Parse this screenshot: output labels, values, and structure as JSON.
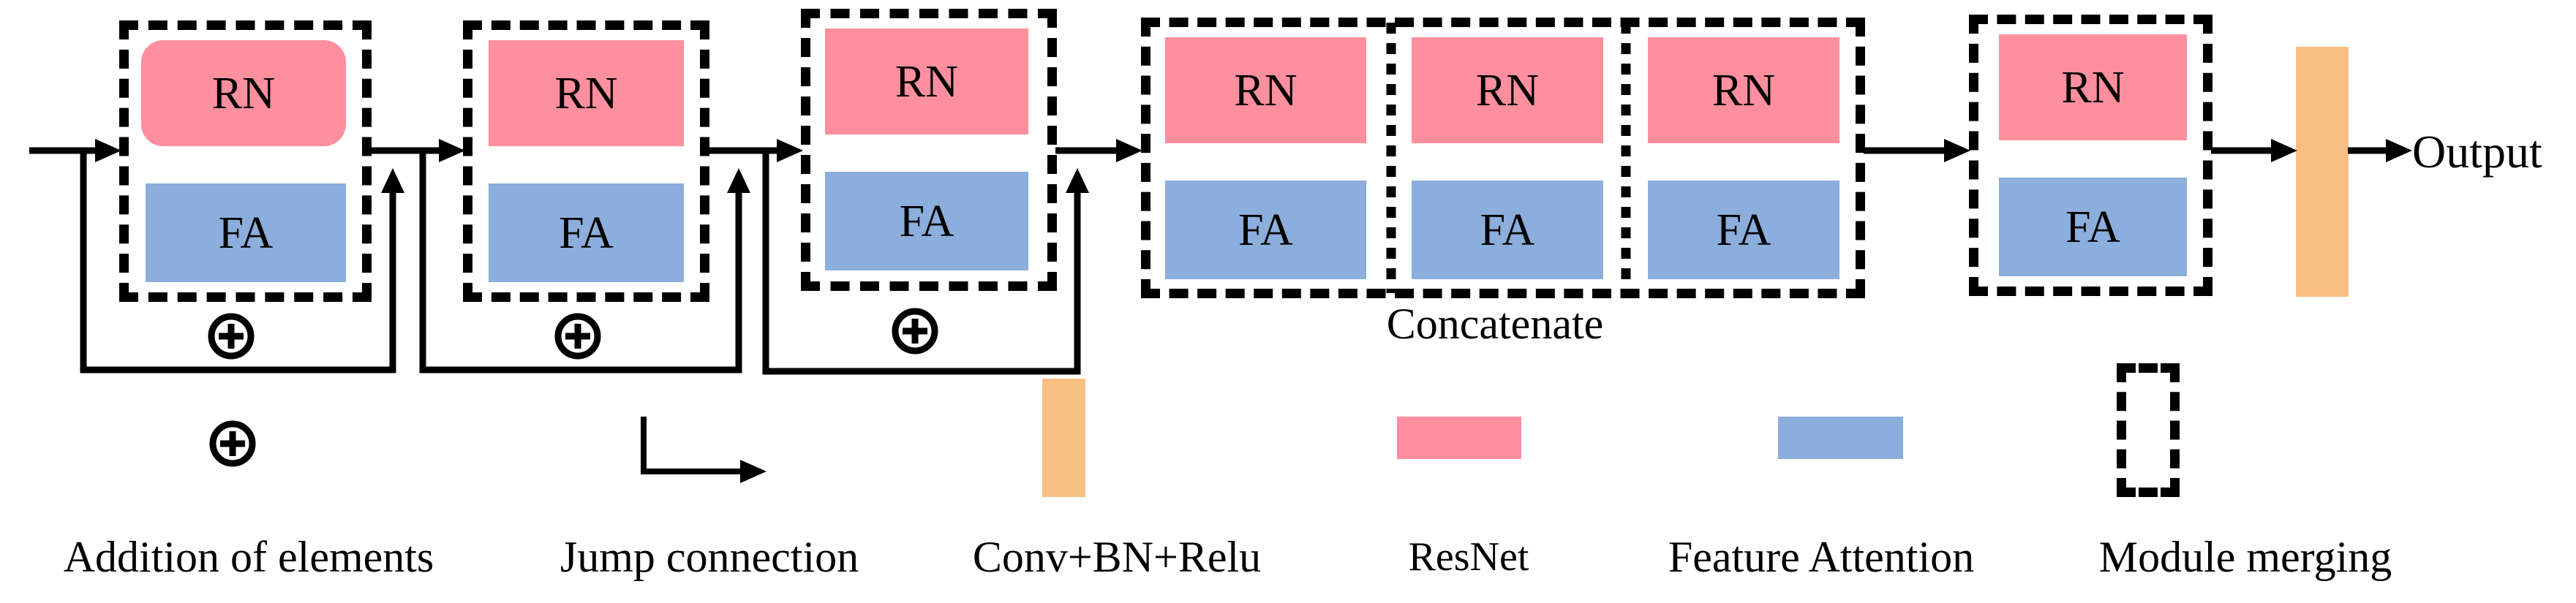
{
  "figure": {
    "module_labels": {
      "rn": "RN",
      "fa": "FA"
    },
    "concatenate_label": "Concatenate",
    "output_label": "Output"
  },
  "legend": {
    "addition": {
      "label": "Addition of elements",
      "icon": "circled-plus-icon"
    },
    "jump": {
      "label": "Jump connection",
      "icon": "jump-connection-arrow-icon"
    },
    "conv": {
      "label": "Conv+BN+Relu",
      "icon": "orange-bar-swatch"
    },
    "resnet": {
      "label": "ResNet",
      "icon": "pink-bar-swatch"
    },
    "feature_attention": {
      "label": "Feature Attention",
      "icon": "blue-bar-swatch"
    },
    "module_merging": {
      "label": "Module merging",
      "icon": "dashed-box-swatch"
    }
  },
  "colors": {
    "resnet_pink": "#fe8f9e",
    "attention_blue": "#8baedc",
    "conv_orange": "#f9bf82",
    "line_black": "#000000"
  }
}
